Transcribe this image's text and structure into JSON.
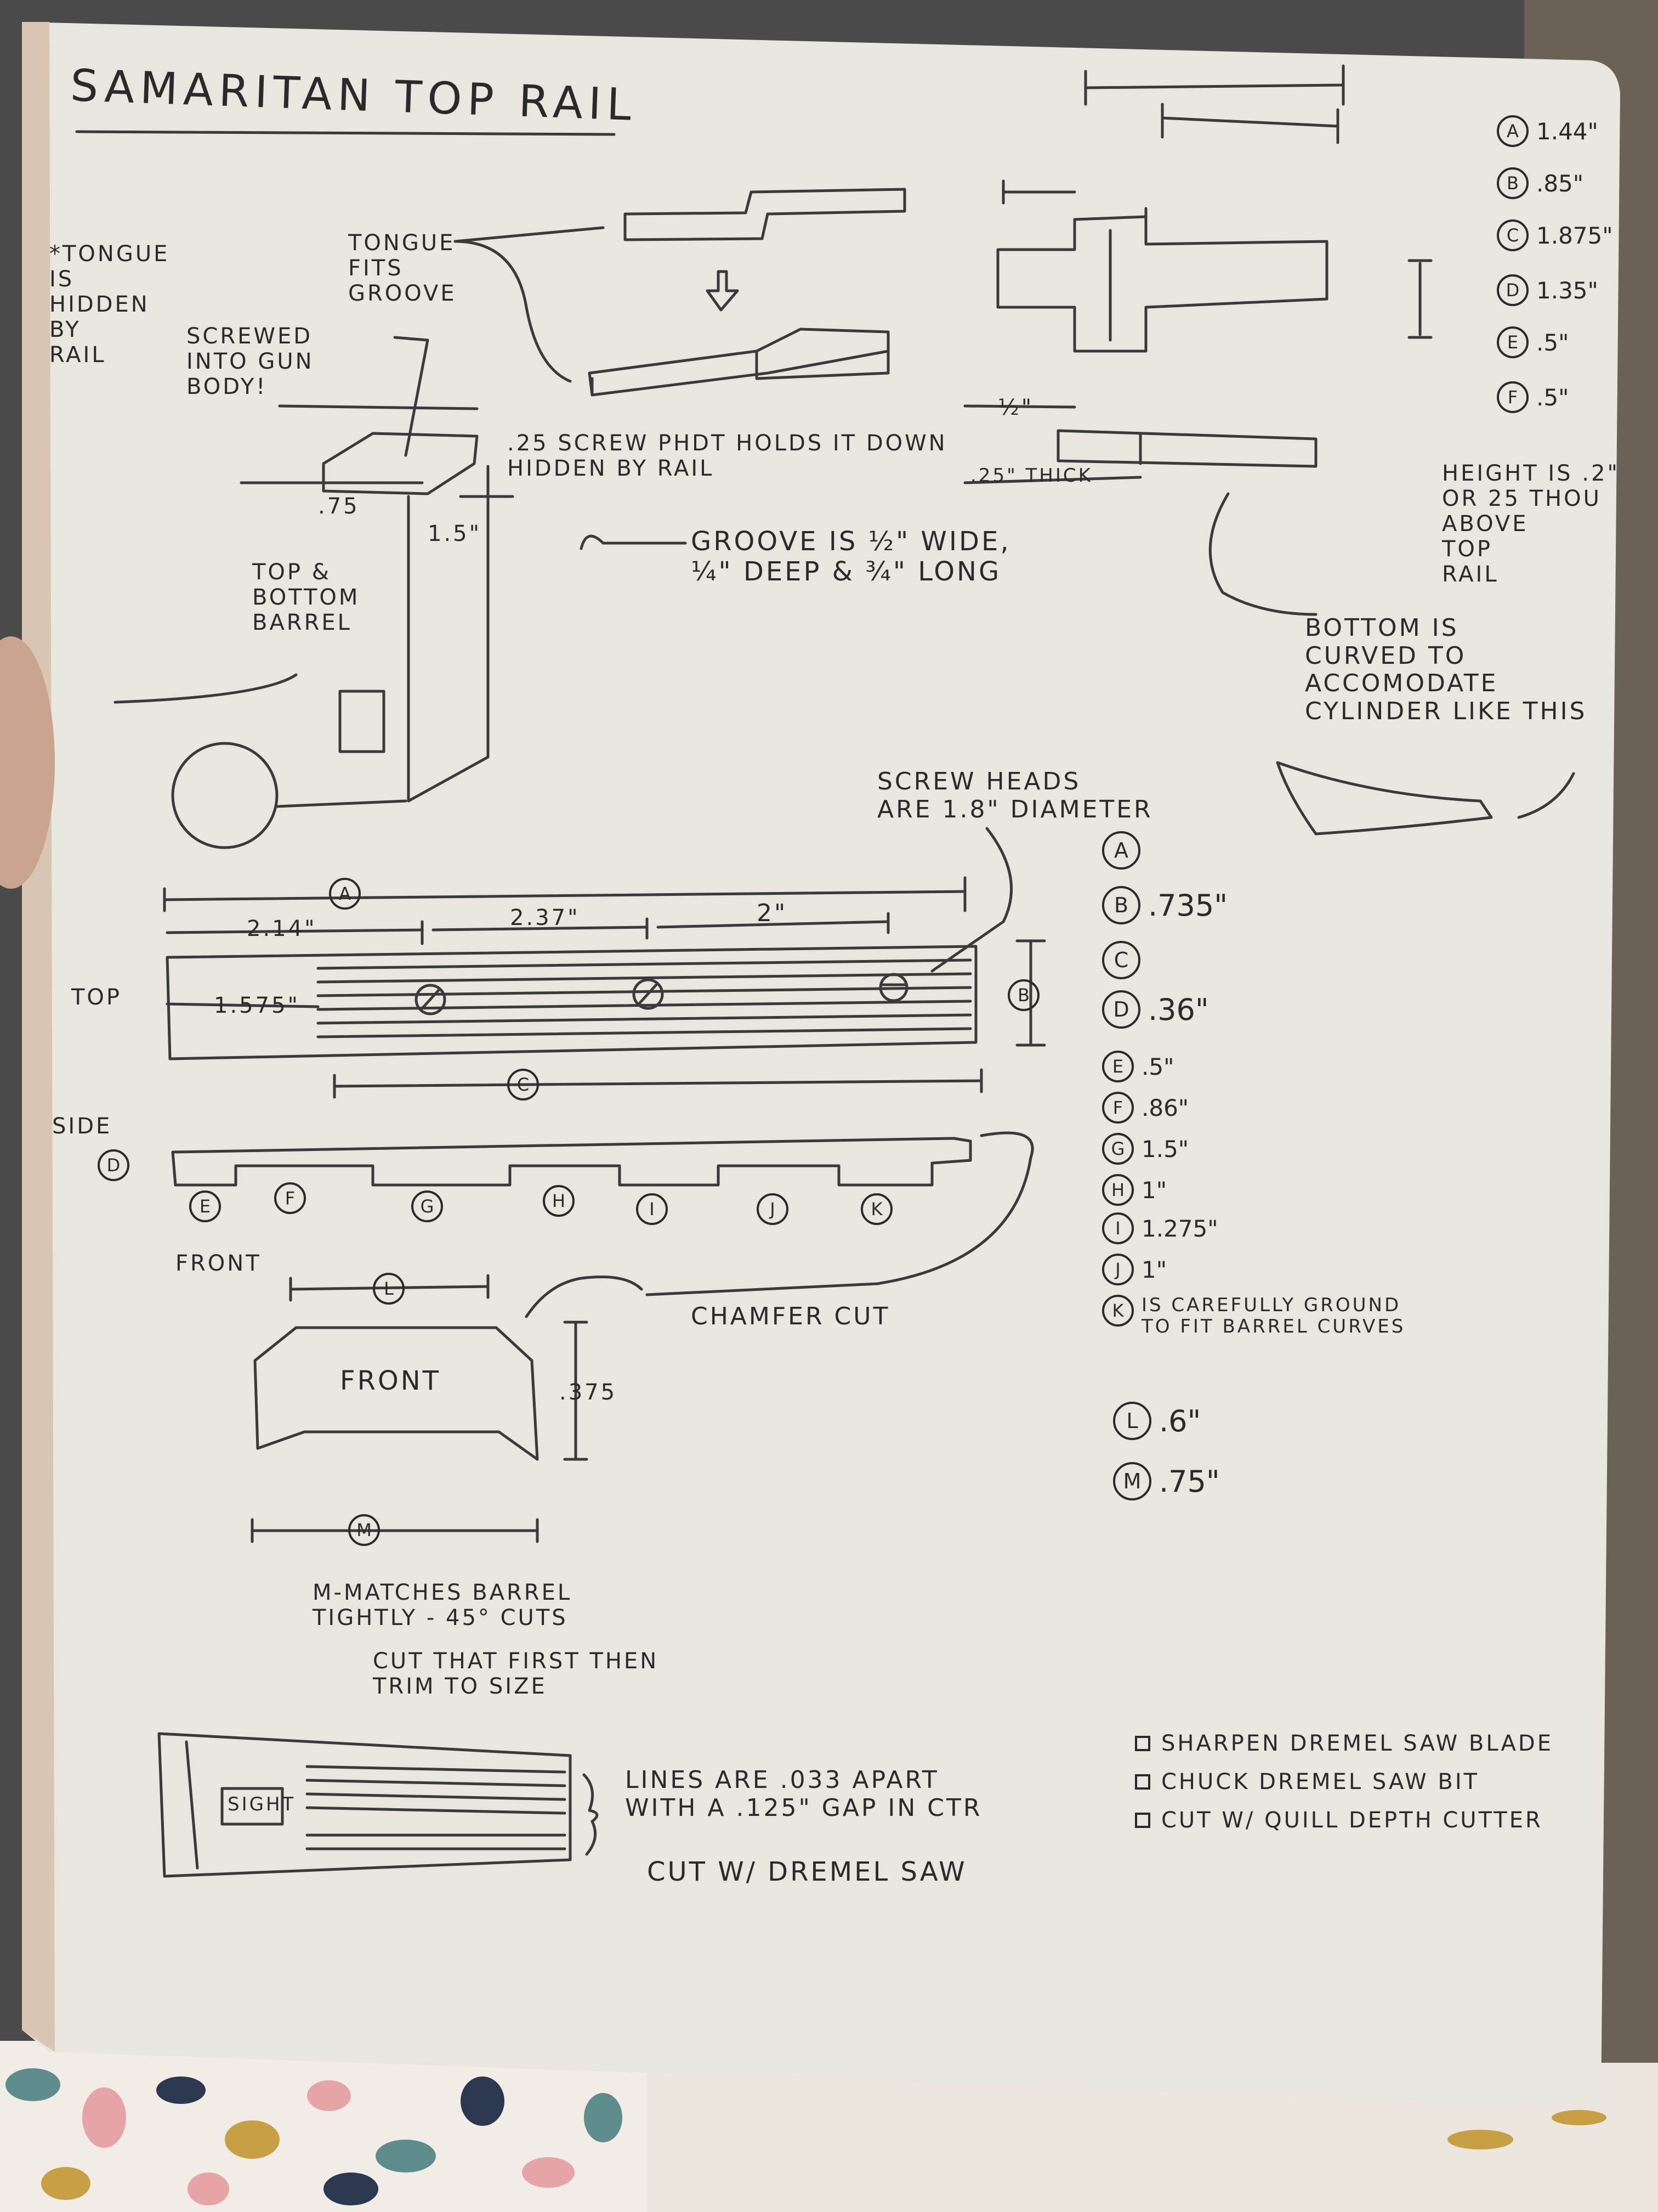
{
  "colors": {
    "paper": "#ece8e2",
    "ink": "#2a2a2a",
    "pencil": "#3a3a3a",
    "background": "#4a4a4a",
    "fabric_pink": "#e6a3a8",
    "fabric_teal": "#5f8c8c",
    "fabric_navy": "#2c3850",
    "fabric_gold": "#c7a045"
  },
  "title": "SAMARITAN TOP RAIL",
  "side_notes": {
    "tongue_hidden": "*TONGUE\nIS\nHIDDEN\nBY\nRAIL",
    "tongue_fits": "TONGUE\nFITS\nGROOVE",
    "screwed_into": "SCREWED\nINTO GUN\nBODY!",
    "dim_075": ".75",
    "dim_15": "1.5\"",
    "top_bottom": "TOP &\nBOTTOM\nBARREL",
    "screw_phd": ".25 SCREW PHDT HOLDS IT DOWN\nHIDDEN BY RAIL",
    "groove": "GROOVE IS ½\" WIDE,\n¼\" DEEP & ¾\" LONG"
  },
  "upper_right_notes": {
    "half_inch": "½\"",
    "thick": ".25\" THICK",
    "height": "HEIGHT IS .2\"\nOR 25 THOU\nABOVE\nTOP\nRAIL",
    "bottom_curved": "BOTTOM IS\nCURVED TO\nACCOMODATE\nCYLINDER LIKE THIS"
  },
  "upper_legend": [
    {
      "letter": "A",
      "value": "1.44\""
    },
    {
      "letter": "B",
      "value": ".85\""
    },
    {
      "letter": "C",
      "value": "1.875\""
    },
    {
      "letter": "D",
      "value": "1.35\""
    },
    {
      "letter": "E",
      "value": ".5\""
    },
    {
      "letter": "F",
      "value": ".5\""
    }
  ],
  "top_view": {
    "label": "TOP",
    "screw_heads": "SCREW HEADS\nARE 1.8\" DIAMETER",
    "dim_a": "A",
    "dim_214": "2.14\"",
    "dim_237": "2.37\"",
    "dim_2": "2\"",
    "dim_1575": "1.575\"",
    "dim_b": "B",
    "dim_c": "C"
  },
  "side_view": {
    "label": "SIDE",
    "sub_label": "D",
    "notch_labels": [
      "E",
      "F",
      "G",
      "H",
      "I",
      "J",
      "K"
    ]
  },
  "front_view": {
    "label": "FRONT",
    "shape_label": "FRONT",
    "dim_l": "L",
    "dim_375": ".375",
    "dim_m": "M",
    "chamfer": "CHAMFER CUT",
    "m_notes": "M-MATCHES BARREL\nTIGHTLY - 45° CUTS",
    "cut_first": "CUT THAT FIRST THEN\nTRIM TO SIZE"
  },
  "main_legend": [
    {
      "letter": "A",
      "value": ""
    },
    {
      "letter": "B",
      "value": ".735\""
    },
    {
      "letter": "C",
      "value": ""
    },
    {
      "letter": "D",
      "value": ".36\""
    },
    {
      "letter": "E",
      "value": ".5\""
    },
    {
      "letter": "F",
      "value": ".86\""
    },
    {
      "letter": "G",
      "value": "1.5\""
    },
    {
      "letter": "H",
      "value": "1\""
    },
    {
      "letter": "I",
      "value": "1.275\""
    },
    {
      "letter": "J",
      "value": "1\""
    },
    {
      "letter": "K",
      "value": "IS CAREFULLY GROUND\nTO FIT BARREL CURVES"
    }
  ],
  "lower_legend": [
    {
      "letter": "L",
      "value": ".6\""
    },
    {
      "letter": "M",
      "value": ".75\""
    }
  ],
  "bottom_sketch": {
    "sight": "SIGHT",
    "lines_note": "LINES ARE .033 APART\nWITH A .125\" GAP IN CTR",
    "cut_note": "CUT W/ DREMEL SAW"
  },
  "checklist": [
    "SHARPEN DREMEL SAW BLADE",
    "CHUCK DREMEL SAW BIT",
    "CUT W/ QUILL DEPTH CUTTER"
  ]
}
